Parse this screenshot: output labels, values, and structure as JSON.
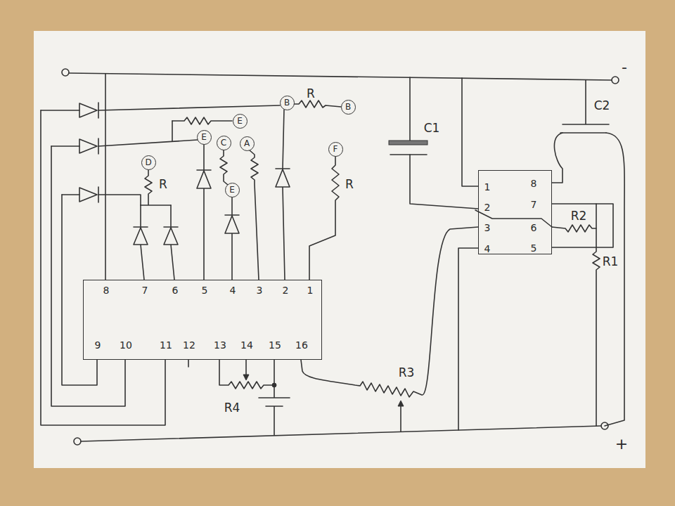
{
  "diagram": {
    "nodes": [
      {
        "text": [
          "B"
        ]
      },
      {
        "text": [
          "B"
        ]
      },
      {
        "text": [
          "E"
        ]
      },
      {
        "text": [
          "E"
        ]
      },
      {
        "text": [
          "C"
        ]
      },
      {
        "text": [
          "A"
        ]
      },
      {
        "text": [
          "F"
        ]
      },
      {
        "text": [
          "D"
        ]
      },
      {
        "text": [
          "E"
        ]
      },
      {
        "text": [
          "1",
          "8",
          "2",
          "7",
          "3",
          "6",
          "4",
          "5"
        ]
      },
      {
        "text": [
          "8",
          "7",
          "6",
          "5",
          "4",
          "3",
          "2",
          "1",
          "9",
          "10",
          "11",
          "12",
          "13",
          "14",
          "15",
          "16"
        ]
      }
    ],
    "labels": [
      "-",
      "R",
      "C2",
      "C1",
      "R",
      "R",
      "R2",
      "R1",
      "R3",
      "R4",
      "+"
    ]
  }
}
